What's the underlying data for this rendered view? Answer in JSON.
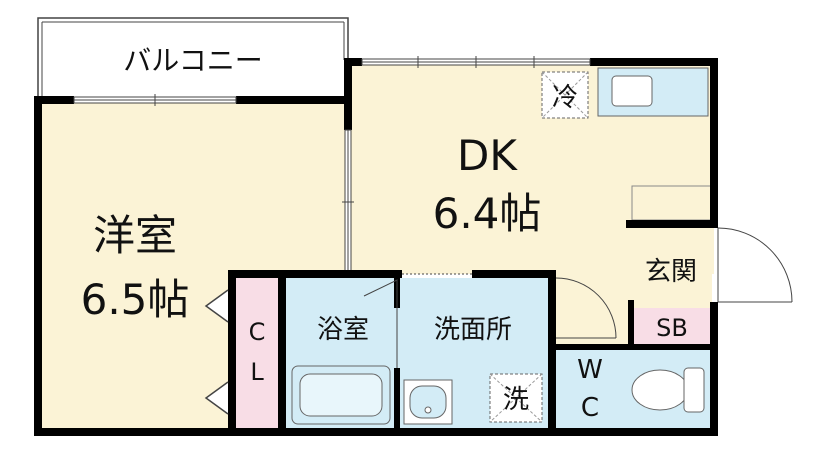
{
  "rooms": {
    "balcony": "バルコニー",
    "western_room": {
      "name": "洋室",
      "size": "6.5帖"
    },
    "dk": {
      "name": "DK",
      "size": "6.4帖"
    },
    "bathroom": "浴室",
    "washroom": "洗面所",
    "entrance": "玄関",
    "shoe_box": "SB",
    "toilet": [
      "W",
      "C"
    ],
    "closet": [
      "C",
      "L"
    ]
  },
  "marks": {
    "fridge": "冷",
    "washer": "洗"
  },
  "colors": {
    "wall": "#000000",
    "dk_floor": "#fbf3d6",
    "water_area": "#d3ecf6",
    "closet": "#f8dde6",
    "shoe_box": "#f8dde6",
    "entrance": "#ffffff"
  }
}
